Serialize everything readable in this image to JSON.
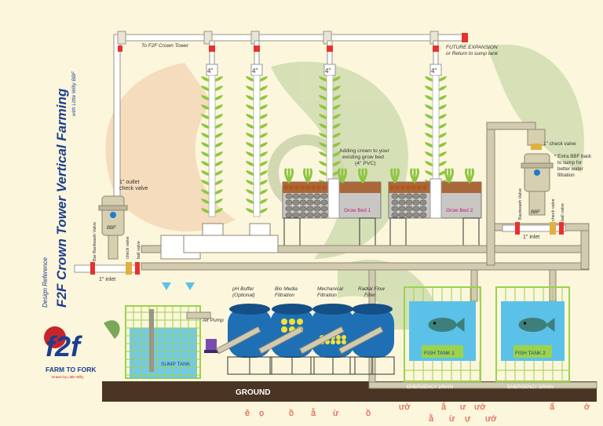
{
  "title": "F2F Crown Tower Vertical Farming",
  "subtitle": "with Little Willy BBF",
  "design_reference": "Design Reference",
  "logo": {
    "monogram": "f2f",
    "brand": "FARM TO FORK",
    "tagline": "Drawn by Little Willy"
  },
  "labels": {
    "to_tower": "To F2F Crown Tower",
    "future_expansion": "FUTURE EXPANSION",
    "future_expansion_2": "or Return to sump tank",
    "tower_size": "4\"",
    "crown_note_1": "Adding crown to your",
    "crown_note_2": "existing grow bed",
    "crown_note_3": "(4\" PVC)",
    "grow_bed_1": "Grow Bed 1",
    "grow_bed_2": "Grow Bed 2",
    "outlet_check_valve_1": "1\" outlet",
    "outlet_check_valve_2": "check valve",
    "bbf": "BBF",
    "bar_backwash_valve": "Bar Backwash Valve",
    "check_valve": "check valve",
    "ball_valve": "ball valve",
    "inlet": "1\" inlet",
    "right_check_valve": "1\" check valve",
    "extra_bbf_1": "* Extra BBF back",
    "extra_bbf_2": "to sump for",
    "extra_bbf_3": "better water",
    "extra_bbf_4": "filtration",
    "backwash_valve": "Backwash Valve",
    "right_check_valve_v": "check valve",
    "right_ball_valve": "ball valve",
    "air_pump": "Air Pump",
    "sump_tank": "SUMP TANK",
    "ph_buffer_1": "pH Buffer",
    "ph_buffer_2": "(Optional)",
    "bio_media_1": "Bio Media",
    "bio_media_2": "Filtration",
    "mechanical_1": "Mechanical",
    "mechanical_2": "Filtration",
    "radial_1": "Radial Flow",
    "radial_2": "Filter",
    "fish_tank_1": "FISH TANK 1",
    "fish_tank_2": "FISH TANK 2",
    "emergency_drain": "EMERGENCY DRAIN",
    "ground": "GROUND"
  },
  "footer_glyphs": [
    "ê",
    "ọ",
    "ồ",
    "ẫ",
    "ừ",
    "ồ",
    "ướ",
    "ằ",
    "ắ",
    "ừ",
    "ư",
    "ự",
    "ướ",
    "ướ",
    "ẩ",
    "ớ"
  ],
  "colors": {
    "background": "#fbf6dc",
    "pipe": "#d2cbb0",
    "pipe_edge": "#8d8670",
    "plant": "#8ec63f",
    "title_blue": "#1d3d8f",
    "water": "#5cc1e8",
    "barrel": "#1f6fb5",
    "rack": "#9bd34c",
    "ground": "#4a3424",
    "valve": "#e8312d",
    "logo_red": "#c8242c",
    "footer_glyph": "#e0453a"
  }
}
